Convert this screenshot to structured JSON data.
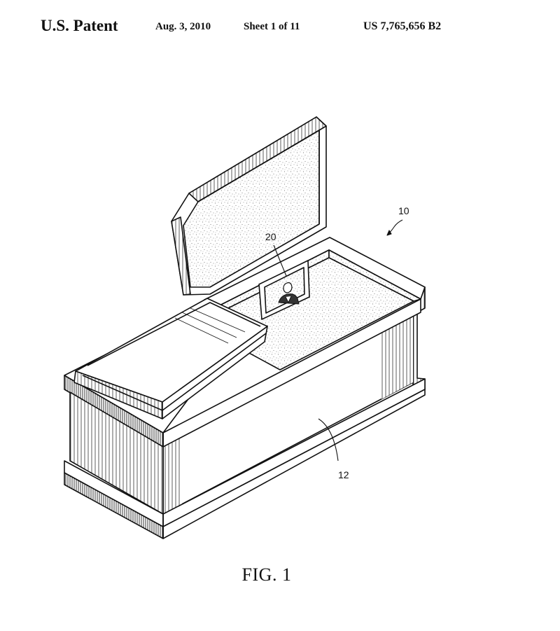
{
  "header": {
    "left": "U.S. Patent",
    "date": "Aug. 3, 2010",
    "sheet": "Sheet 1 of 11",
    "patent_number": "US 7,765,656 B2"
  },
  "figure": {
    "caption": "FIG. 1",
    "reference_numerals": {
      "casket": "10",
      "display": "20",
      "body": "12"
    }
  }
}
